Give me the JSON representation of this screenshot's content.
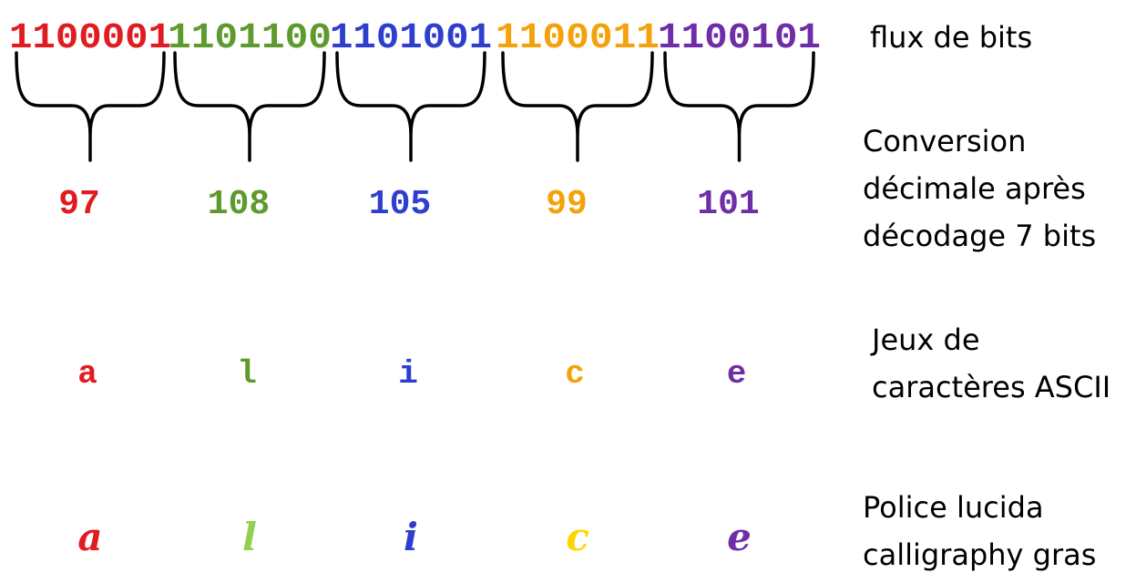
{
  "labels": {
    "bitstream": [
      "flux de bits"
    ],
    "decimal": [
      "Conversion",
      "décimale après",
      "décodage 7 bits"
    ],
    "ascii": [
      "Jeux de",
      "caractères ASCII"
    ],
    "calligraphy": [
      "Police lucida",
      "calligraphy gras"
    ]
  },
  "groups": [
    {
      "bits": "1100001",
      "decimal": "97",
      "ascii": "a",
      "calligraphy": "a",
      "color": "#e11b22"
    },
    {
      "bits": "1101100",
      "decimal": "108",
      "ascii": "l",
      "calligraphy": "l",
      "color": "#5f9a2e",
      "calligraphy_color": "#92d050"
    },
    {
      "bits": "1101001",
      "decimal": "105",
      "ascii": "i",
      "calligraphy": "i",
      "color": "#2e3fce"
    },
    {
      "bits": "1100011",
      "decimal": "99",
      "ascii": "c",
      "calligraphy": "c",
      "color": "#f4a20b",
      "calligraphy_color": "#ffd400"
    },
    {
      "bits": "1100101",
      "decimal": "101",
      "ascii": "e",
      "calligraphy": "e",
      "color": "#6f2da8"
    }
  ]
}
